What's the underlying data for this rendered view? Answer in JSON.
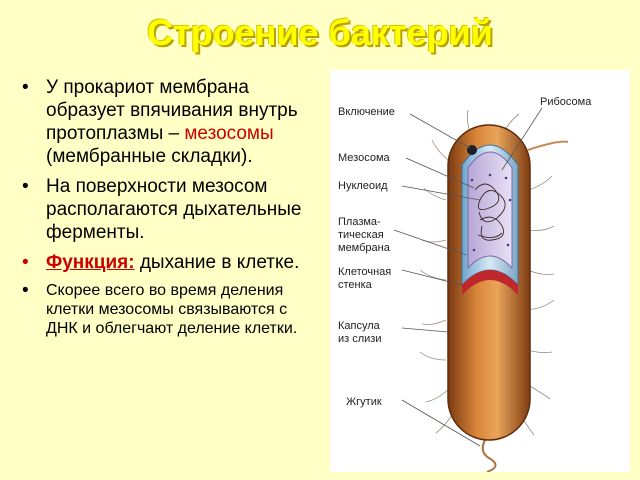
{
  "title": "Строение бактерий",
  "bullets": {
    "b1_text": "У прокариот мембрана образует впячивания внутрь протоплазмы –",
    "b1_highlight": "мезосомы",
    "b1_tail": "(мембранные складки).",
    "b2_text": "На поверхности мезосом располагаются дыхательные ферменты.",
    "b3_label": "Функция:",
    "b3_text": "дыхание в клетке.",
    "b4_text": "Скорее всего во время деления клетки мезосомы связываются с ДНК и облегчают деление клетки."
  },
  "diagram": {
    "labels": {
      "inclusion": "Включение",
      "ribosome": "Рибосома",
      "mesosome": "Мезосома",
      "nucleoid": "Нуклеоид",
      "plasma_membrane_1": "Плазма-",
      "plasma_membrane_2": "тическая",
      "plasma_membrane_3": "мембрана",
      "cell_wall_1": "Клеточная",
      "cell_wall_2": "стенка",
      "capsule_1": "Капсула",
      "capsule_2": "из слизи",
      "flagellum": "Жгутик"
    }
  },
  "colors": {
    "background": "#ffffc6",
    "title": "#ffff00",
    "accent_red": "#cc0000"
  }
}
